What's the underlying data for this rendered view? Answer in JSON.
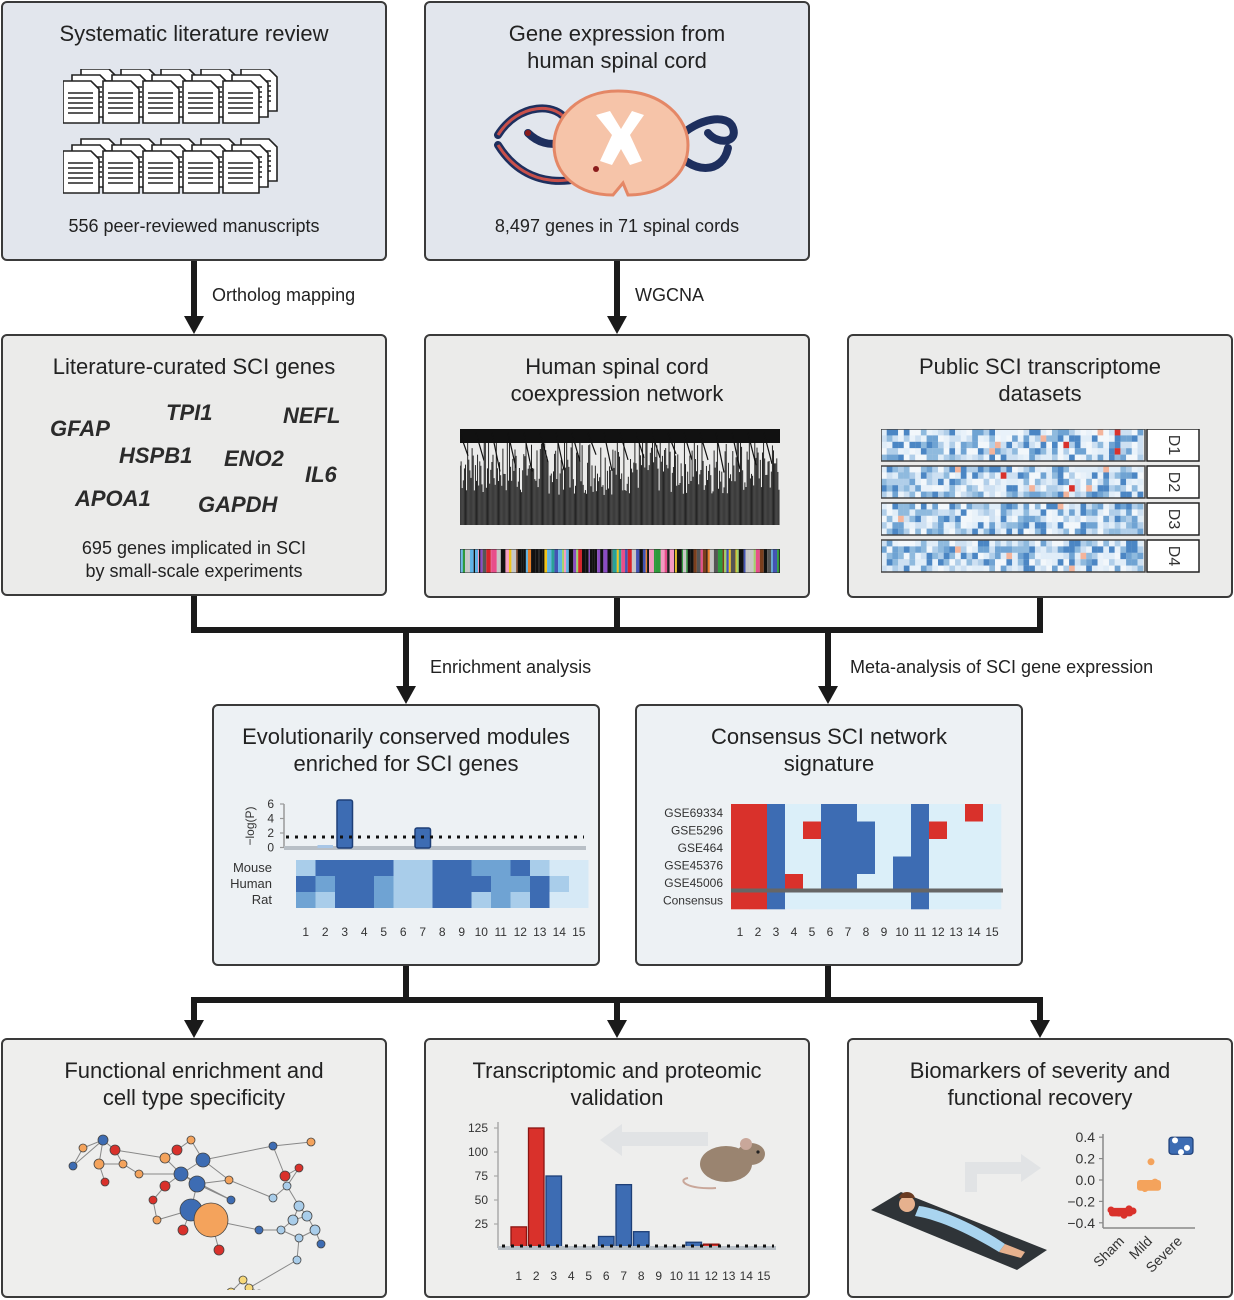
{
  "boxes": {
    "literature_review": {
      "title": "Systematic literature review",
      "footer": "556 peer-reviewed manuscripts"
    },
    "gene_expression": {
      "title_line1": "Gene expression from",
      "title_line2": "human spinal cord",
      "footer": "8,497 genes in 71 spinal cords"
    },
    "curated_genes": {
      "title": "Literature-curated SCI genes",
      "genes": [
        "GFAP",
        "TPI1",
        "NEFL",
        "HSPB1",
        "ENO2",
        "IL6",
        "APOA1",
        "GAPDH"
      ],
      "footer_line1": "695 genes implicated in SCI",
      "footer_line2": "by small-scale experiments"
    },
    "coexpression": {
      "title_line1": "Human spinal cord",
      "title_line2": "coexpression network"
    },
    "public_datasets": {
      "title_line1": "Public SCI transcriptome",
      "title_line2": "datasets",
      "dataset_labels": [
        "D1",
        "D2",
        "D3",
        "D4"
      ]
    },
    "conserved_modules": {
      "title_line1": "Evolutionarily conserved modules",
      "title_line2": "enriched for SCI genes",
      "ylabel": "−log(P)",
      "yticks": [
        "6",
        "4",
        "2",
        "0"
      ],
      "species": [
        "Mouse",
        "Human",
        "Rat"
      ],
      "modules": [
        "1",
        "2",
        "3",
        "4",
        "5",
        "6",
        "7",
        "8",
        "9",
        "10",
        "11",
        "12",
        "13",
        "14",
        "15"
      ]
    },
    "consensus": {
      "title_line1": "Consensus SCI network",
      "title_line2": "signature",
      "rows": [
        "GSE69334",
        "GSE5296",
        "GSE464",
        "GSE45376",
        "GSE45006",
        "Consensus"
      ],
      "modules": [
        "1",
        "2",
        "3",
        "4",
        "5",
        "6",
        "7",
        "8",
        "9",
        "10",
        "11",
        "12",
        "13",
        "14",
        "15"
      ]
    },
    "functional": {
      "title_line1": "Functional enrichment and",
      "title_line2": "cell type specificity"
    },
    "validation": {
      "title_line1": "Transcriptomic and proteomic",
      "title_line2": "validation",
      "yticks": [
        "125",
        "100",
        "75",
        "50",
        "25"
      ],
      "modules": [
        "1",
        "2",
        "3",
        "4",
        "5",
        "6",
        "7",
        "8",
        "9",
        "10",
        "11",
        "12",
        "13",
        "14",
        "15"
      ]
    },
    "biomarkers": {
      "title_line1": "Biomarkers of severity and",
      "title_line2": "functional recovery",
      "yticks": [
        "0.4",
        "0.2",
        "0.0",
        "−0.2",
        "−0.4"
      ],
      "groups": [
        "Sham",
        "Mild",
        "Severe"
      ]
    }
  },
  "edges": {
    "ortholog": "Ortholog mapping",
    "wgcna": "WGCNA",
    "enrichment": "Enrichment analysis",
    "meta": "Meta-analysis of SCI gene expression"
  },
  "colors": {
    "blue": "#3d6cb3",
    "red": "#d9312b",
    "orange": "#f4a35c",
    "panel_blue": "#e2e6ed",
    "panel_grey": "#ebebea"
  }
}
